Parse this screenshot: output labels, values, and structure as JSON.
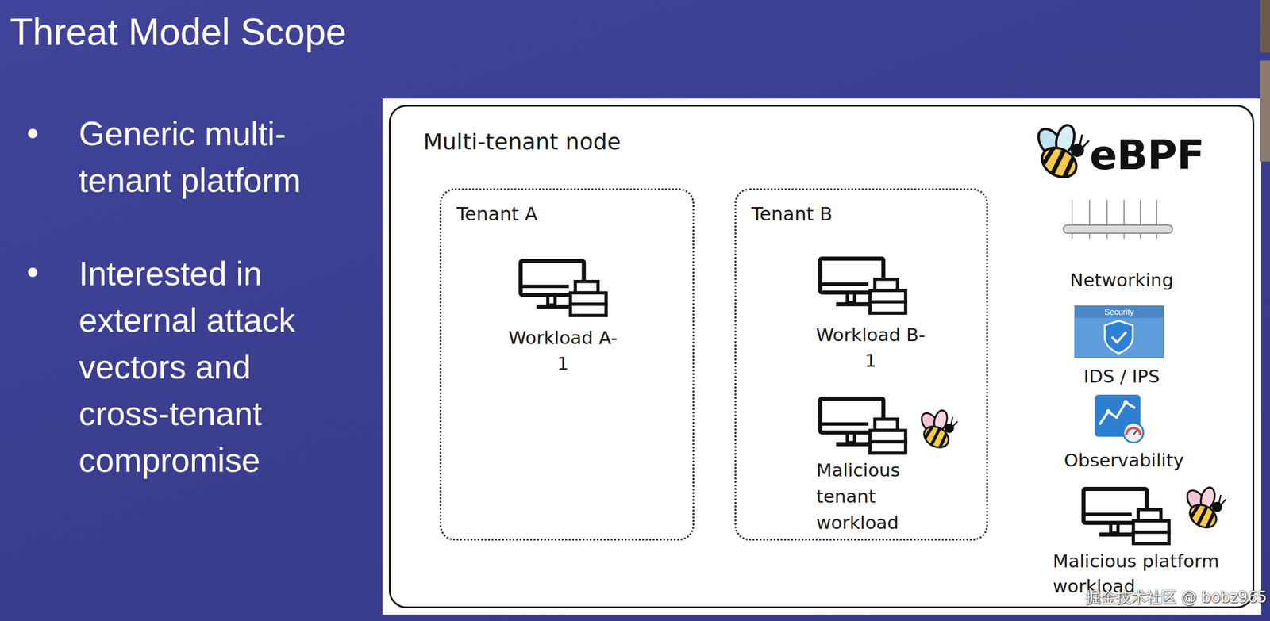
{
  "diagram": {
    "title": "Threat Model Scope",
    "nodes": [
      {
        "text": [
          "Multi-tenant node"
        ]
      },
      {
        "text": [
          "Tenant A"
        ],
        "in": 0
      },
      {
        "text": [
          "Tenant B"
        ],
        "in": 0
      },
      {
        "text": [
          "Security"
        ],
        "in": 0
      }
    ],
    "labels": [
      "Generic multi-tenant platform",
      "Interested in external attack vectors and cross-tenant compromise",
      "Workload A-1",
      "Workload B-1",
      "Malicious tenant workload",
      "eBPF",
      "Networking",
      "IDS / IPS",
      "Observability",
      "Malicious platform workload",
      "掘金技术社区 @ bobz965"
    ]
  }
}
